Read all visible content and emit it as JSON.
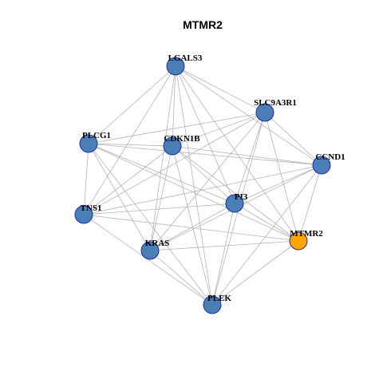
{
  "title": "MTMR2",
  "colors": {
    "node_default": "#4a7fb5",
    "node_highlight": "#ffa500",
    "node_border": "#1e2ea8",
    "edge": "#b4b4b4"
  },
  "nodes": [
    {
      "id": "LGALS3",
      "label": "LGALS3",
      "highlight": false
    },
    {
      "id": "SLC9A3R1",
      "label": "SLC9A3R1",
      "highlight": false
    },
    {
      "id": "PLCG1",
      "label": "PLCG1",
      "highlight": false
    },
    {
      "id": "CDKN1B",
      "label": "CDKN1B",
      "highlight": false
    },
    {
      "id": "CCND1",
      "label": "CCND1",
      "highlight": false
    },
    {
      "id": "PI3",
      "label": "PI3",
      "highlight": false
    },
    {
      "id": "TNS1",
      "label": "TNS1",
      "highlight": false
    },
    {
      "id": "MTMR2",
      "label": "MTMR2",
      "highlight": true
    },
    {
      "id": "KRAS",
      "label": "KRAS",
      "highlight": false
    },
    {
      "id": "PLEK",
      "label": "PLEK",
      "highlight": false
    }
  ],
  "edges": [
    [
      "LGALS3",
      "SLC9A3R1"
    ],
    [
      "LGALS3",
      "PLCG1"
    ],
    [
      "LGALS3",
      "CDKN1B"
    ],
    [
      "LGALS3",
      "CCND1"
    ],
    [
      "LGALS3",
      "PI3"
    ],
    [
      "LGALS3",
      "TNS1"
    ],
    [
      "LGALS3",
      "MTMR2"
    ],
    [
      "LGALS3",
      "KRAS"
    ],
    [
      "LGALS3",
      "PLEK"
    ],
    [
      "SLC9A3R1",
      "PLCG1"
    ],
    [
      "SLC9A3R1",
      "CDKN1B"
    ],
    [
      "SLC9A3R1",
      "CCND1"
    ],
    [
      "SLC9A3R1",
      "PI3"
    ],
    [
      "SLC9A3R1",
      "TNS1"
    ],
    [
      "SLC9A3R1",
      "MTMR2"
    ],
    [
      "SLC9A3R1",
      "KRAS"
    ],
    [
      "SLC9A3R1",
      "PLEK"
    ],
    [
      "PLCG1",
      "CDKN1B"
    ],
    [
      "PLCG1",
      "CCND1"
    ],
    [
      "PLCG1",
      "PI3"
    ],
    [
      "PLCG1",
      "TNS1"
    ],
    [
      "PLCG1",
      "MTMR2"
    ],
    [
      "PLCG1",
      "KRAS"
    ],
    [
      "PLCG1",
      "PLEK"
    ],
    [
      "CDKN1B",
      "CCND1"
    ],
    [
      "CDKN1B",
      "PI3"
    ],
    [
      "CDKN1B",
      "TNS1"
    ],
    [
      "CDKN1B",
      "KRAS"
    ],
    [
      "CDKN1B",
      "PLEK"
    ],
    [
      "CDKN1B",
      "MTMR2"
    ],
    [
      "CCND1",
      "PI3"
    ],
    [
      "CCND1",
      "TNS1"
    ],
    [
      "CCND1",
      "KRAS"
    ],
    [
      "CCND1",
      "PLEK"
    ],
    [
      "CCND1",
      "MTMR2"
    ],
    [
      "PI3",
      "TNS1"
    ],
    [
      "PI3",
      "KRAS"
    ],
    [
      "PI3",
      "PLEK"
    ],
    [
      "PI3",
      "MTMR2"
    ],
    [
      "TNS1",
      "PLEK"
    ],
    [
      "TNS1",
      "MTMR2"
    ],
    [
      "KRAS",
      "PLEK"
    ],
    [
      "KRAS",
      "MTMR2"
    ],
    [
      "MTMR2",
      "PLEK"
    ]
  ]
}
